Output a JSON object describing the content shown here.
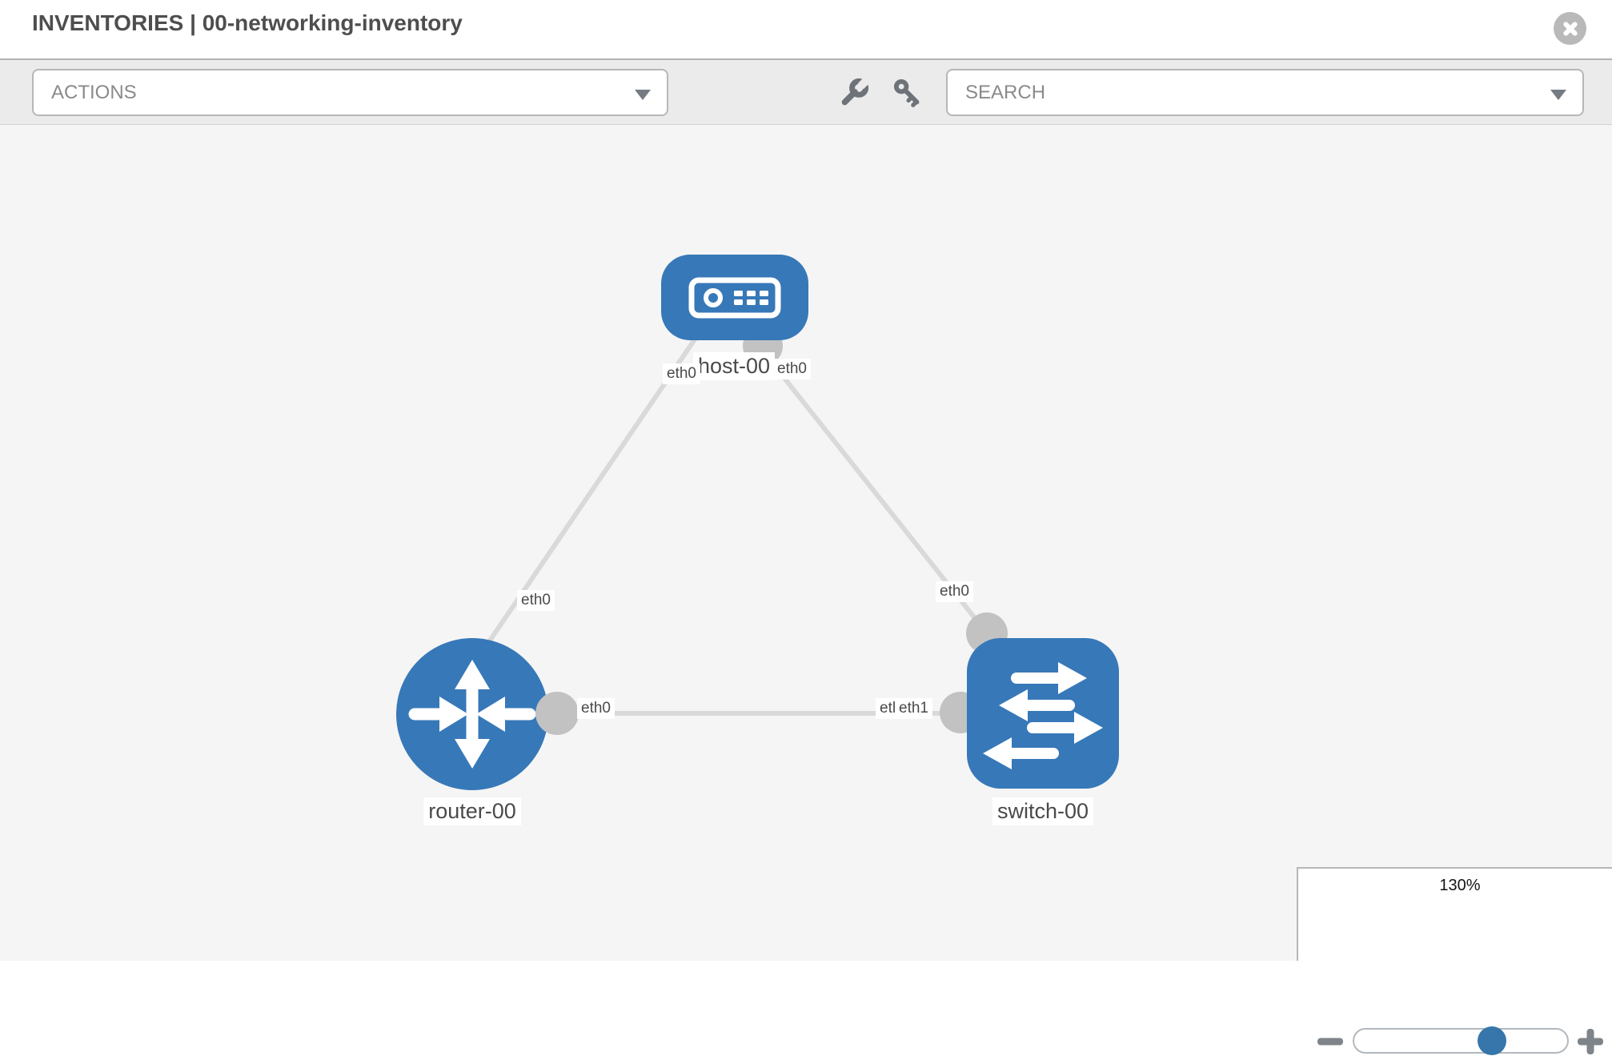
{
  "header": {
    "title": "INVENTORIES | 00-networking-inventory"
  },
  "toolbar": {
    "actions_label": "ACTIONS",
    "search_label": "SEARCH",
    "icons": [
      "wrench-icon",
      "key-icon"
    ]
  },
  "canvas": {
    "nodes": [
      {
        "id": "host-00",
        "type": "host",
        "label": "host-00"
      },
      {
        "id": "router-00",
        "type": "router",
        "label": "router-00"
      },
      {
        "id": "switch-00",
        "type": "switch",
        "label": "switch-00"
      }
    ],
    "links": [
      {
        "from": "host-00",
        "from_interface": "eth0",
        "to": "router-00",
        "to_interface": "eth0"
      },
      {
        "from": "host-00",
        "from_interface": "eth0",
        "to": "switch-00",
        "to_interface": "eth0"
      },
      {
        "from": "router-00",
        "from_interface": "eth0",
        "to": "switch-00",
        "to_interface": "eth1"
      }
    ],
    "interface_labels": {
      "host_left_eth0": "eth0",
      "host_right_eth0": "eth0",
      "link_host_router_eth0": "eth0",
      "link_host_switch_eth0": "eth0",
      "router_right_eth0": "eth0",
      "switch_left_hidden": "eth0",
      "switch_left_eth1": "eth1"
    }
  },
  "zoom_control": {
    "level": "130%"
  },
  "colors": {
    "node_blue": "#3778b8",
    "link_gray": "#d9d9d9",
    "connector_gray": "#c2c2c2",
    "canvas_bg": "#f5f5f5",
    "toolbar_bg": "#ebebeb",
    "thumb_blue": "#3776ab"
  }
}
